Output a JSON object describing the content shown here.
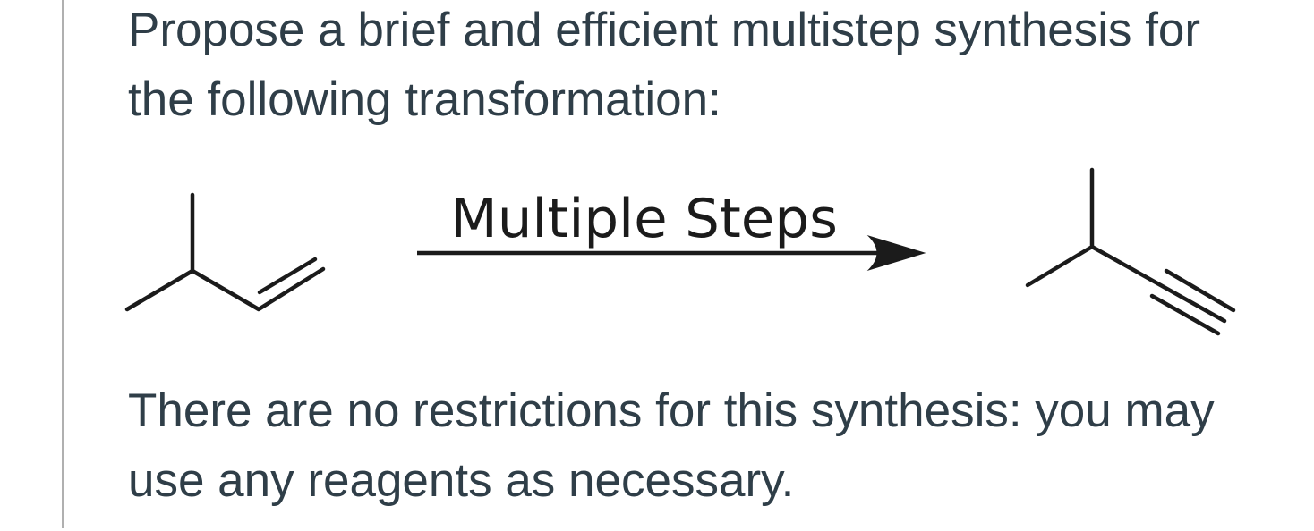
{
  "panel": {
    "prompt": {
      "line1": "Propose a brief and efficient multistep synthesis for",
      "line2": "the following transformation:"
    },
    "scheme": {
      "arrow_label": "Multiple Steps",
      "reactant_icon": "skeletal-structure-3-methyl-1-butene",
      "product_icon": "skeletal-structure-3-methyl-1-butyne"
    },
    "note": {
      "line1": "There are no restrictions for this synthesis: you may",
      "line2": "use any reagents as necessary."
    }
  },
  "colors": {
    "background": "#ffffff",
    "text": "#2f3e48",
    "structure": "#1b1b1b",
    "divider": "#b0b0b0"
  }
}
